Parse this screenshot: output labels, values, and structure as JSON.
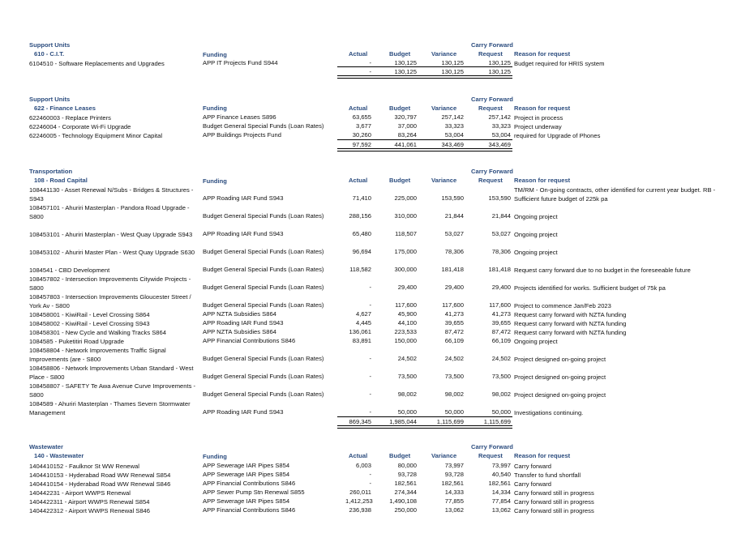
{
  "columns": {
    "funding": "Funding",
    "actual": "Actual",
    "budget": "Budget",
    "variance": "Variance",
    "carry_forward": "Carry Forward",
    "request": "Request",
    "reason": "Reason for request"
  },
  "sections": [
    {
      "title": "Support Units",
      "subtitle": "610 - C.I.T.",
      "rows": [
        {
          "desc": "6104510 - Software Replacements and Upgrades",
          "funding": "APP IT Projects Fund S944",
          "actual": "-",
          "budget": "130,125",
          "variance": "130,125",
          "request": "130,125",
          "reason": "Budget required for HRIS system"
        }
      ],
      "total": {
        "actual": "-",
        "budget": "130,125",
        "variance": "130,125",
        "request": "130,125"
      }
    },
    {
      "title": "Support Units",
      "subtitle": "622 - Finance Leases",
      "rows": [
        {
          "desc": "622460003 - Replace Printers",
          "funding": "APP Finance Leases S896",
          "actual": "63,655",
          "budget": "320,797",
          "variance": "257,142",
          "request": "257,142",
          "reason": "Project in process"
        },
        {
          "desc": "62246004 - Corporate Wi-Fi Upgrade",
          "funding": "Budget General Special Funds (Loan Rates)",
          "actual": "3,677",
          "budget": "37,000",
          "variance": "33,323",
          "request": "33,323",
          "reason": "Project underway"
        },
        {
          "desc": "62246005 - Technology Equipment Minor Capital",
          "funding": "APP Buildings Projects Fund",
          "actual": "30,260",
          "budget": "83,264",
          "variance": "53,004",
          "request": "53,004",
          "reason": "required for Upgrade of Phones"
        }
      ],
      "total": {
        "actual": "97,592",
        "budget": "441,061",
        "variance": "343,469",
        "request": "343,469"
      }
    },
    {
      "title": "Transportation",
      "subtitle": "108 - Road Capital",
      "rows": [
        {
          "desc": "108441130 - Asset Renewal N/Subs - Bridges & Structures - S943",
          "funding": "APP Roading IAR Fund S943",
          "actual": "71,410",
          "budget": "225,000",
          "variance": "153,590",
          "request": "153,590",
          "reason": "TM/RM - On-going contracts, other identified for current year budget. RB - Sufficient future budget of 225k pa"
        },
        {
          "desc": "108457101 - Ahuriri Masterplan - Pandora Road Upgrade - S800",
          "funding": "Budget General Special Funds (Loan Rates)",
          "actual": "288,156",
          "budget": "310,000",
          "variance": "21,844",
          "request": "21,844",
          "reason": "Ongoing project"
        },
        {
          "desc": "108453101 - Ahuriri Masterplan - West Quay Upgrade S943",
          "funding": "APP Roading IAR Fund S943",
          "actual": "65,480",
          "budget": "118,507",
          "variance": "53,027",
          "request": "53,027",
          "reason": "Ongoing project"
        },
        {
          "desc": "108453102 - Ahuriri Master Plan - West Quay Upgrade S630",
          "funding": "Budget General Special Funds (Loan Rates)",
          "actual": "96,694",
          "budget": "175,000",
          "variance": "78,306",
          "request": "78,306",
          "reason": "Ongoing project"
        },
        {
          "desc": "1084541 - CBD Development",
          "funding": "Budget General Special Funds (Loan Rates)",
          "actual": "118,582",
          "budget": "300,000",
          "variance": "181,418",
          "request": "181,418",
          "reason": "Request carry forward due to no budget in the foreseeable future"
        },
        {
          "desc": "108457802 - Intersection Improvements Citywide Projects - S800",
          "funding": "Budget General Special Funds (Loan Rates)",
          "actual": "-",
          "budget": "29,400",
          "variance": "29,400",
          "request": "29,400",
          "reason": "Projects identified for works. Sufficient budget of 75k pa"
        },
        {
          "desc": "108457803 - Intersection Improvements Gloucester Street / York Av - S800",
          "funding": "Budget General Special Funds (Loan Rates)",
          "actual": "-",
          "budget": "117,600",
          "variance": "117,600",
          "request": "117,600",
          "reason": "Project to commence Jan/Feb 2023"
        },
        {
          "desc": "108458001 - KiwiRail - Level Crossing S864",
          "funding": "APP NZTA Subsidies S864",
          "actual": "4,627",
          "budget": "45,900",
          "variance": "41,273",
          "request": "41,273",
          "reason": "Request carry forward with NZTA funding"
        },
        {
          "desc": "108458002 - KiwiRail - Level Crossing S943",
          "funding": "APP Roading IAR Fund S943",
          "actual": "4,445",
          "budget": "44,100",
          "variance": "39,655",
          "request": "39,655",
          "reason": "Request carry forward with NZTA funding"
        },
        {
          "desc": "108458301 - New Cycle and Walking Tracks S864",
          "funding": "APP NZTA Subsidies S864",
          "actual": "136,061",
          "budget": "223,533",
          "variance": "87,472",
          "request": "87,472",
          "reason": "Request carry forward with NZTA funding"
        },
        {
          "desc": "1084585 - Puketitiri Road Upgrade",
          "funding": "APP Financial Contributions S846",
          "actual": "83,891",
          "budget": "150,000",
          "variance": "66,109",
          "request": "66,109",
          "reason": "Ongoing project"
        },
        {
          "desc": "108458804 - Network Improvements Traffic Signal Improvements (are - S800",
          "funding": "Budget General Special Funds (Loan Rates)",
          "actual": "-",
          "budget": "24,502",
          "variance": "24,502",
          "request": "24,502",
          "reason": "Project designed on-going project"
        },
        {
          "desc": "108458806 - Network Improvements Urban Standard - West Place - S800",
          "funding": "Budget General Special Funds (Loan Rates)",
          "actual": "-",
          "budget": "73,500",
          "variance": "73,500",
          "request": "73,500",
          "reason": "Project designed on-going project"
        },
        {
          "desc": "108458807 - SAFETY Te Awa Avenue Curve Improvements - S800",
          "funding": "Budget General Special Funds (Loan Rates)",
          "actual": "-",
          "budget": "98,002",
          "variance": "98,002",
          "request": "98,002",
          "reason": "Project designed on-going project"
        },
        {
          "desc": "1084589 - Ahuriri Masterplan - Thames Severn Stormwater Management",
          "funding": "APP Roading IAR Fund S943",
          "actual": "-",
          "budget": "50,000",
          "variance": "50,000",
          "request": "50,000",
          "reason": "Investigations continuing."
        }
      ],
      "total": {
        "actual": "869,345",
        "budget": "1,985,044",
        "variance": "1,115,699",
        "request": "1,115,699"
      }
    },
    {
      "title": "Wastewater",
      "subtitle": "140 - Wastewater",
      "rows": [
        {
          "desc": "1404410152 - Faulknor St WW Renewal",
          "funding": "APP Sewerage IAR Pipes S854",
          "actual": "6,003",
          "budget": "80,000",
          "variance": "73,997",
          "request": "73,997",
          "reason": "Carry forward"
        },
        {
          "desc": "1404410153 - Hyderabad Road WW Renewal S854",
          "funding": "APP Sewerage IAR Pipes S854",
          "actual": "-",
          "budget": "93,728",
          "variance": "93,728",
          "request": "40,540",
          "reason": "Transfer to fund shortfall"
        },
        {
          "desc": "1404410154 - Hyderabad Road WW Renewal S846",
          "funding": "APP Financial Contributions S846",
          "actual": "-",
          "budget": "182,561",
          "variance": "182,561",
          "request": "182,561",
          "reason": "Carry forward"
        },
        {
          "desc": "140442231 - Airport WWPS Renewal",
          "funding": "APP Sewer Pump Stn Renewal S855",
          "actual": "260,011",
          "budget": "274,344",
          "variance": "14,333",
          "request": "14,334",
          "reason": "Carry forward still in progress"
        },
        {
          "desc": "1404422311 - Airport WWPS Renewal S854",
          "funding": "APP Sewerage IAR Pipes S854",
          "actual": "1,412,253",
          "budget": "1,490,108",
          "variance": "77,855",
          "request": "77,854",
          "reason": "Carry forward still in progress"
        },
        {
          "desc": "1404422312 - Airport WWPS Renewal S846",
          "funding": "APP Financial Contributions S846",
          "actual": "236,938",
          "budget": "250,000",
          "variance": "13,062",
          "request": "13,062",
          "reason": "Carry forward still in progress"
        }
      ]
    }
  ]
}
